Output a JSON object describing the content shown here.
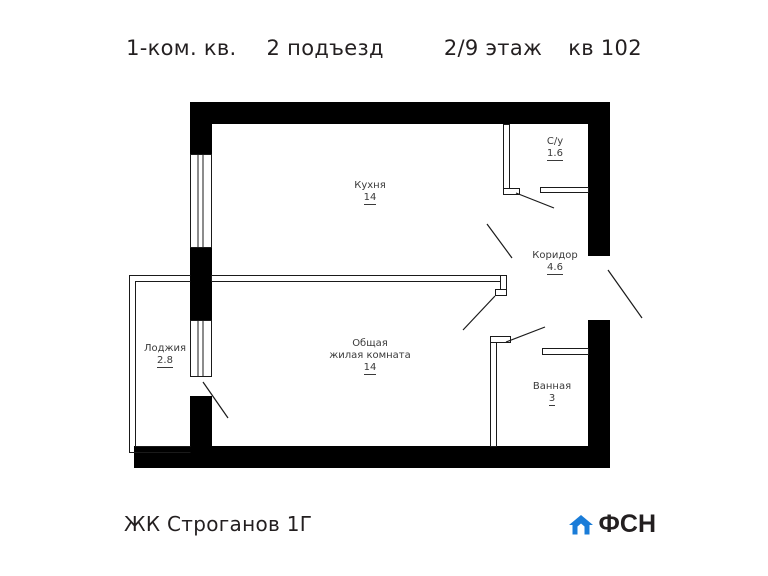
{
  "header": {
    "rooms_count": "1-ком. кв.",
    "entrance": "2 подъезд",
    "floor": "2/9 этаж",
    "apartment": "кв 102"
  },
  "footer": {
    "complex_name": "ЖК Строганов 1Г",
    "logo_text": "ФСН",
    "logo_icon": "house-icon",
    "logo_color": "#1a7cd8"
  },
  "plan": {
    "wall_color": "#000000",
    "line_color": "#1a1a1a",
    "background": "#ffffff",
    "rooms": [
      {
        "name": "Кухня",
        "area": "14"
      },
      {
        "name": "С/у",
        "area": "1.6"
      },
      {
        "name": "Коридор",
        "area": "4.6"
      },
      {
        "name": "Общая",
        "name2": "жилая комната",
        "area": "14"
      },
      {
        "name": "Ванная",
        "area": "3"
      },
      {
        "name": "Лоджия",
        "area": "2.8"
      }
    ]
  }
}
